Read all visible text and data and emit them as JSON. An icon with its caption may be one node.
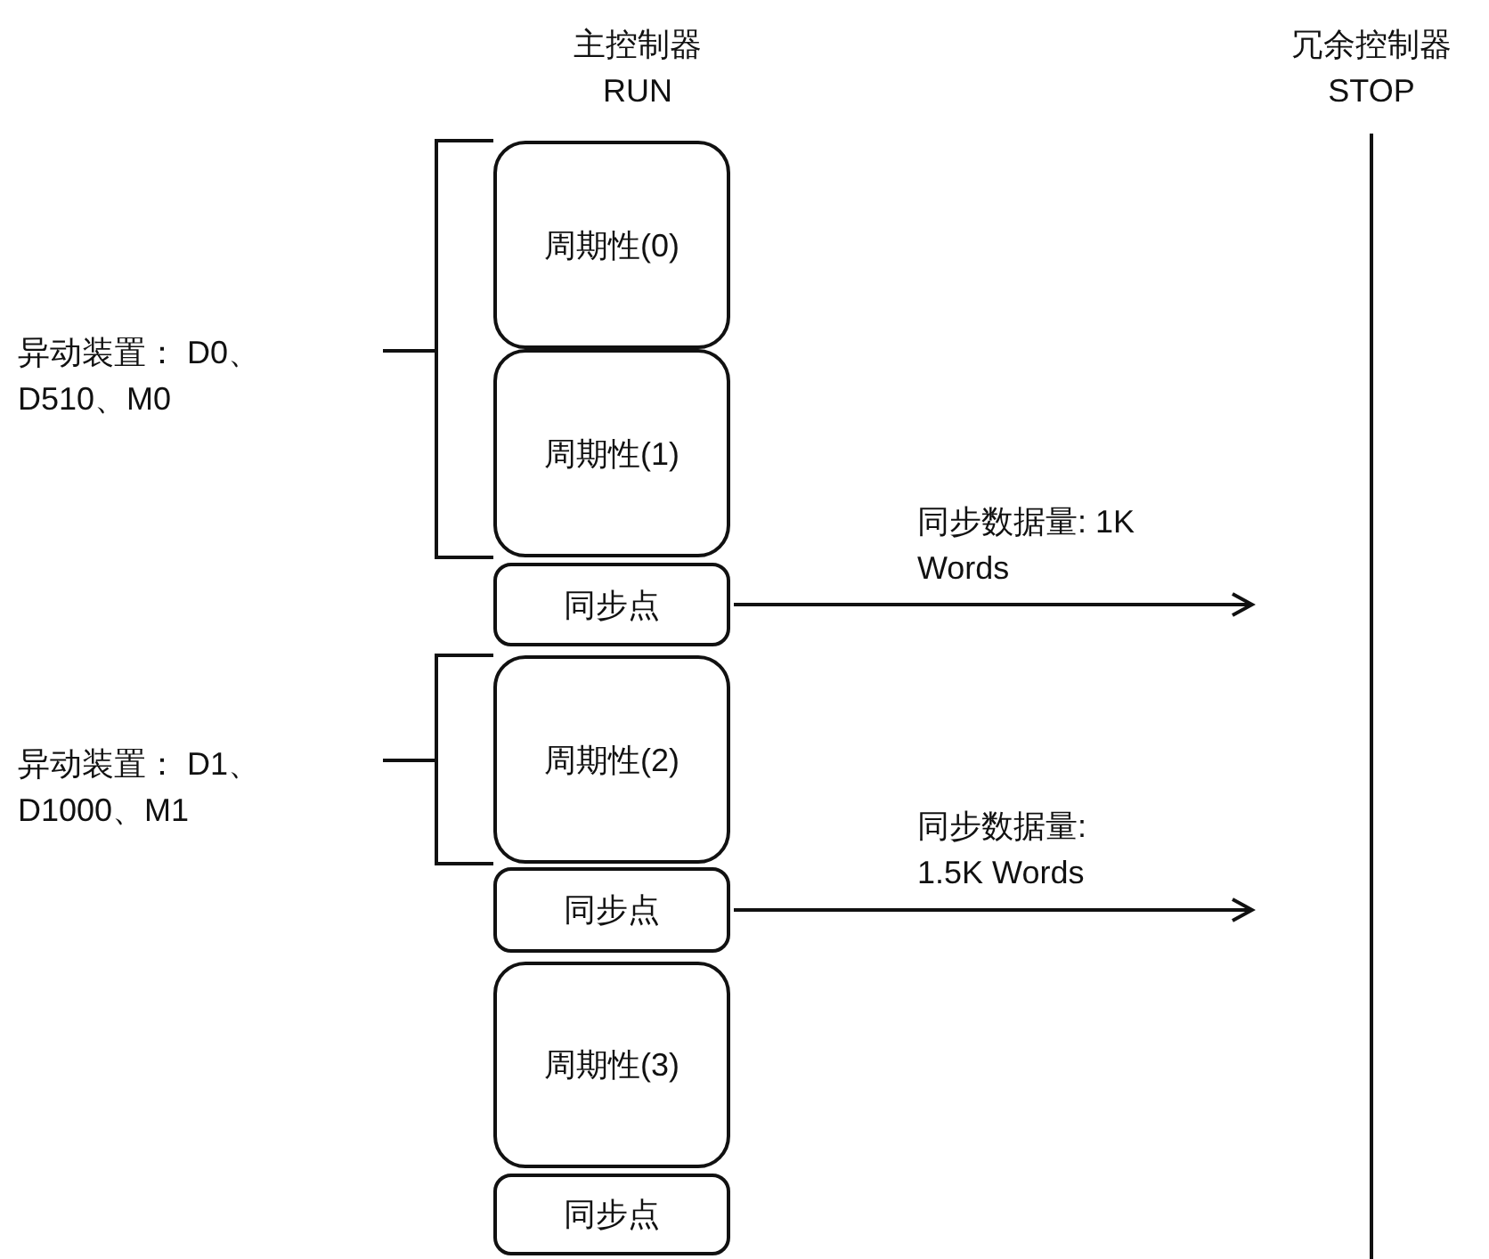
{
  "diagram": {
    "nodes": [
      {
        "text": [
          "周期性(0)"
        ]
      },
      {
        "text": [
          "周期性(1)"
        ]
      },
      {
        "text": [
          "同步点"
        ]
      },
      {
        "text": [
          "周期性(2)"
        ]
      },
      {
        "text": [
          "同步点"
        ]
      },
      {
        "text": [
          "周期性(3)"
        ]
      },
      {
        "text": [
          "同步点"
        ]
      }
    ],
    "edges": [
      {
        "from": 2,
        "to": null,
        "arrow": "to",
        "label": "同步数据量: 1K Words"
      },
      {
        "from": 4,
        "to": null,
        "arrow": "to",
        "label": "同步数据量: 1.5K Words"
      }
    ],
    "labels": [
      "主控制器 RUN",
      "冗余控制器 STOP",
      "异动装置： D0、D510、M0",
      "异动装置： D1、D1000、M1"
    ]
  }
}
